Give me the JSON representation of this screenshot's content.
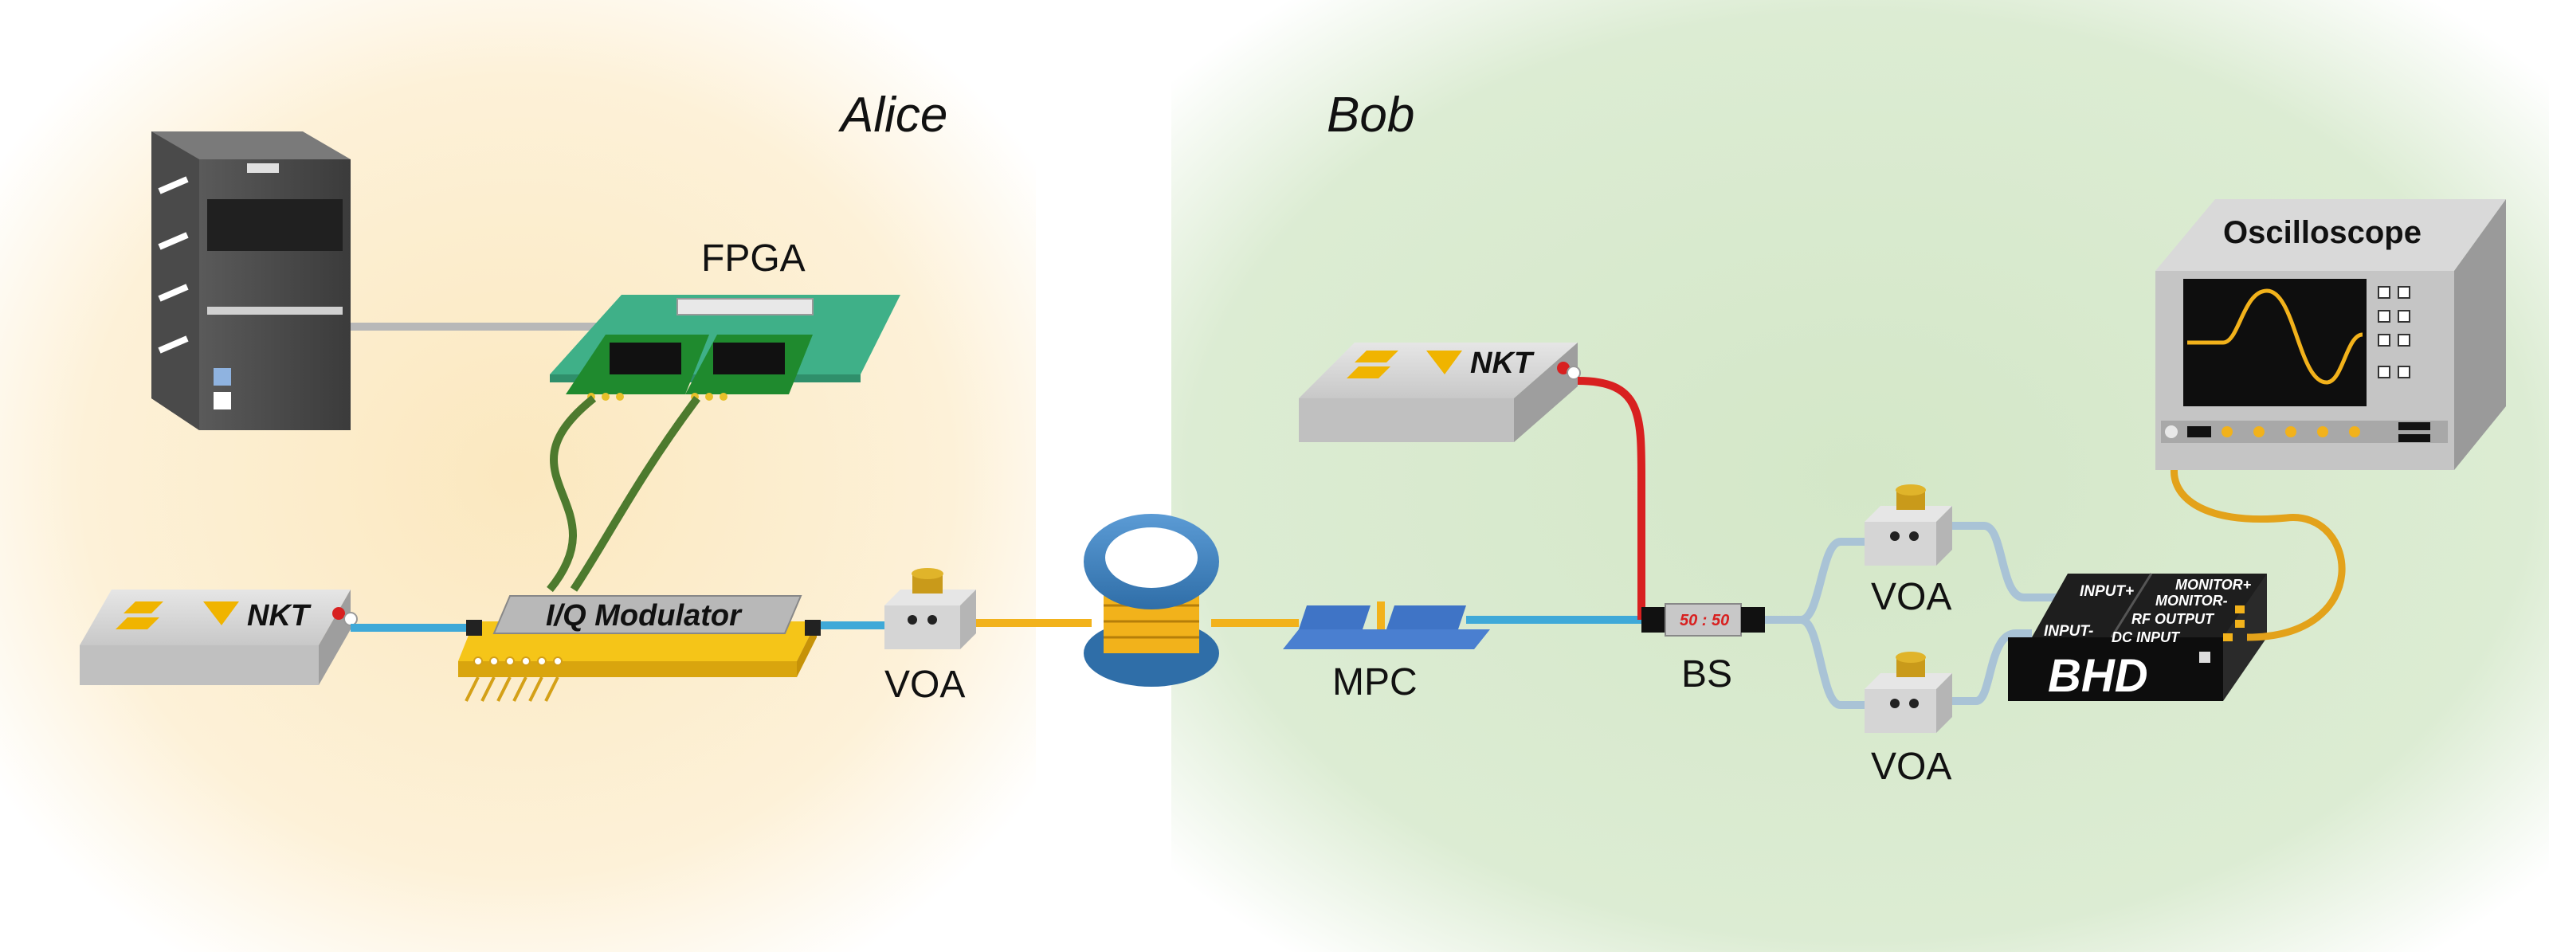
{
  "regions": {
    "alice": "Alice",
    "bob": "Bob"
  },
  "labels": {
    "fpga": "FPGA",
    "iq_modulator": "I/Q Modulator",
    "voa_alice": "VOA",
    "mpc": "MPC",
    "bs": "BS",
    "bs_ratio": "50 : 50",
    "voa_bob_top": "VOA",
    "voa_bob_bottom": "VOA",
    "oscilloscope": "Oscilloscope",
    "bhd": "BHD",
    "bhd_input_plus": "INPUT+",
    "bhd_input_minus": "INPUT-",
    "bhd_monitor_plus": "MONITOR+",
    "bhd_monitor_minus": "MONITOR-",
    "bhd_rf_output": "RF OUTPUT",
    "bhd_dc_input": "DC INPUT",
    "nkt_alice": "NKT",
    "nkt_bob": "NKT"
  },
  "colors": {
    "alice_bg": "#fdf1d8",
    "bob_bg": "#d9ead0",
    "fiber_blue": "#3fa9d8",
    "fiber_yellow": "#f2b21b",
    "fiber_red": "#d82020",
    "fiber_grey": "#a9c3d6",
    "cable_green": "#4d7a2e",
    "modulator": "#f5c518",
    "nkt_logo": "#f0b400",
    "bhd_body": "#111111",
    "screen_trace": "#f2b21b"
  }
}
